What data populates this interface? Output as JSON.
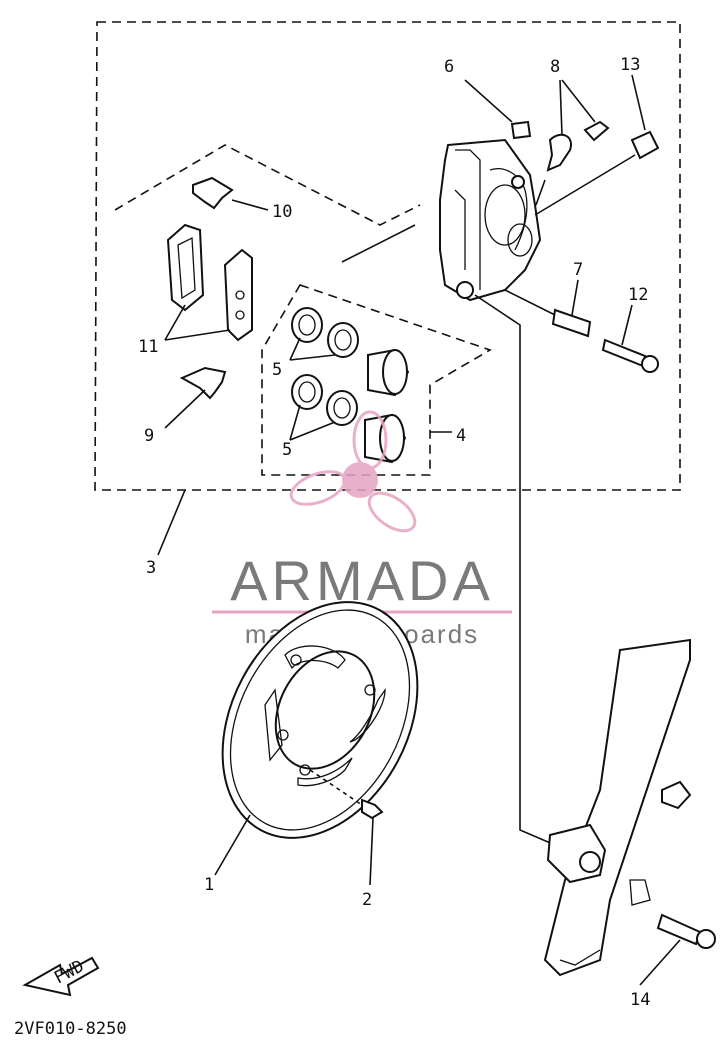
{
  "callouts": {
    "c1": "1",
    "c2": "2",
    "c3": "3",
    "c4": "4",
    "c5a": "5",
    "c5b": "5",
    "c6": "6",
    "c7": "7",
    "c8": "8",
    "c9": "9",
    "c10": "10",
    "c11": "11",
    "c12": "12",
    "c13": "13",
    "c14": "14"
  },
  "fwd_label": "FWD",
  "doc_code": "2VF010-8250",
  "watermark": {
    "title": "ARMADA",
    "subtitle": "marine outboards",
    "color_text": "#7a7a7a",
    "color_accent": "#e6a3c2"
  }
}
